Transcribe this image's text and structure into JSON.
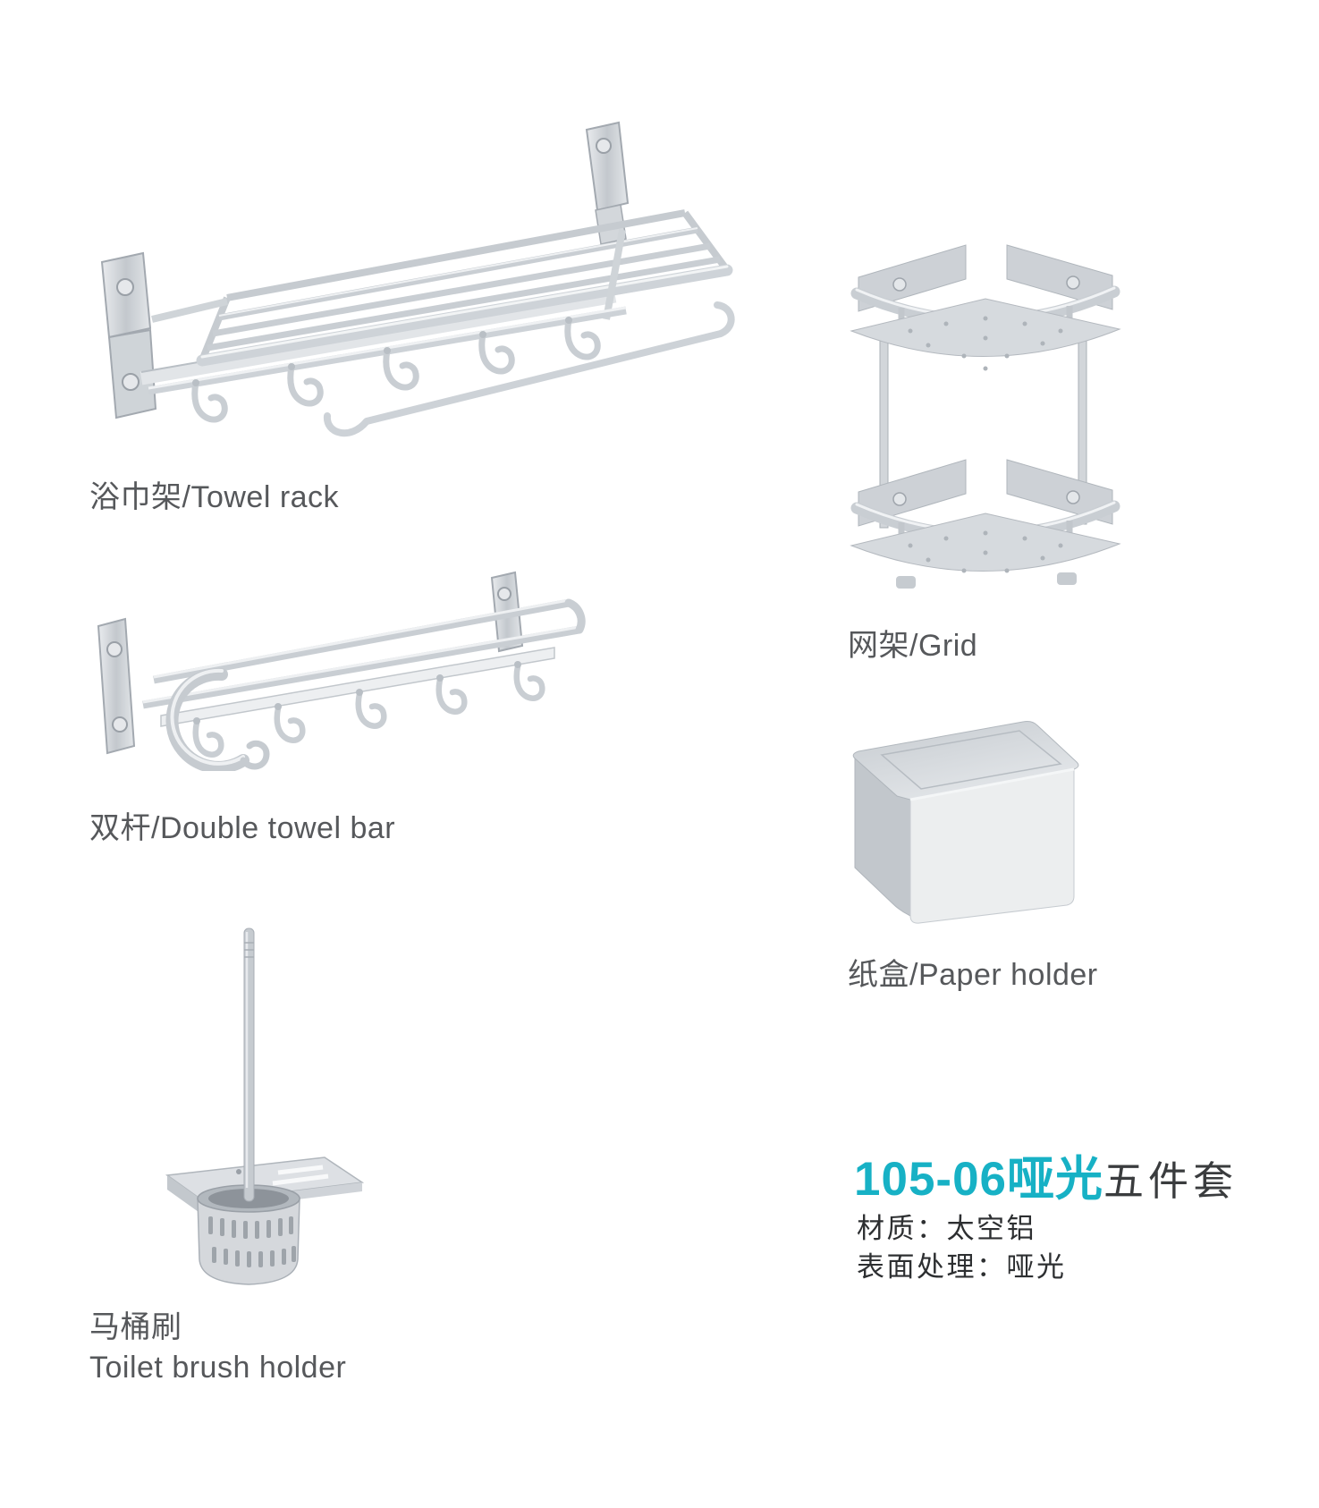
{
  "products": [
    {
      "id": "towel-rack",
      "label": "浴巾架/Towel rack"
    },
    {
      "id": "double-towel-bar",
      "label": "双杆/Double towel bar"
    },
    {
      "id": "toilet-brush-holder",
      "label_line1": "马桶刷",
      "label_line2": "Toilet brush holder"
    },
    {
      "id": "grid",
      "label": "网架/Grid"
    },
    {
      "id": "paper-holder",
      "label": "纸盒/Paper holder"
    }
  ],
  "product_info": {
    "model_code": "105-06哑光",
    "set_suffix": "五件套",
    "material": "材质：太空铝",
    "surface": "表面处理：哑光",
    "accent_color": "#17b1c5",
    "label_color": "#56585b"
  }
}
